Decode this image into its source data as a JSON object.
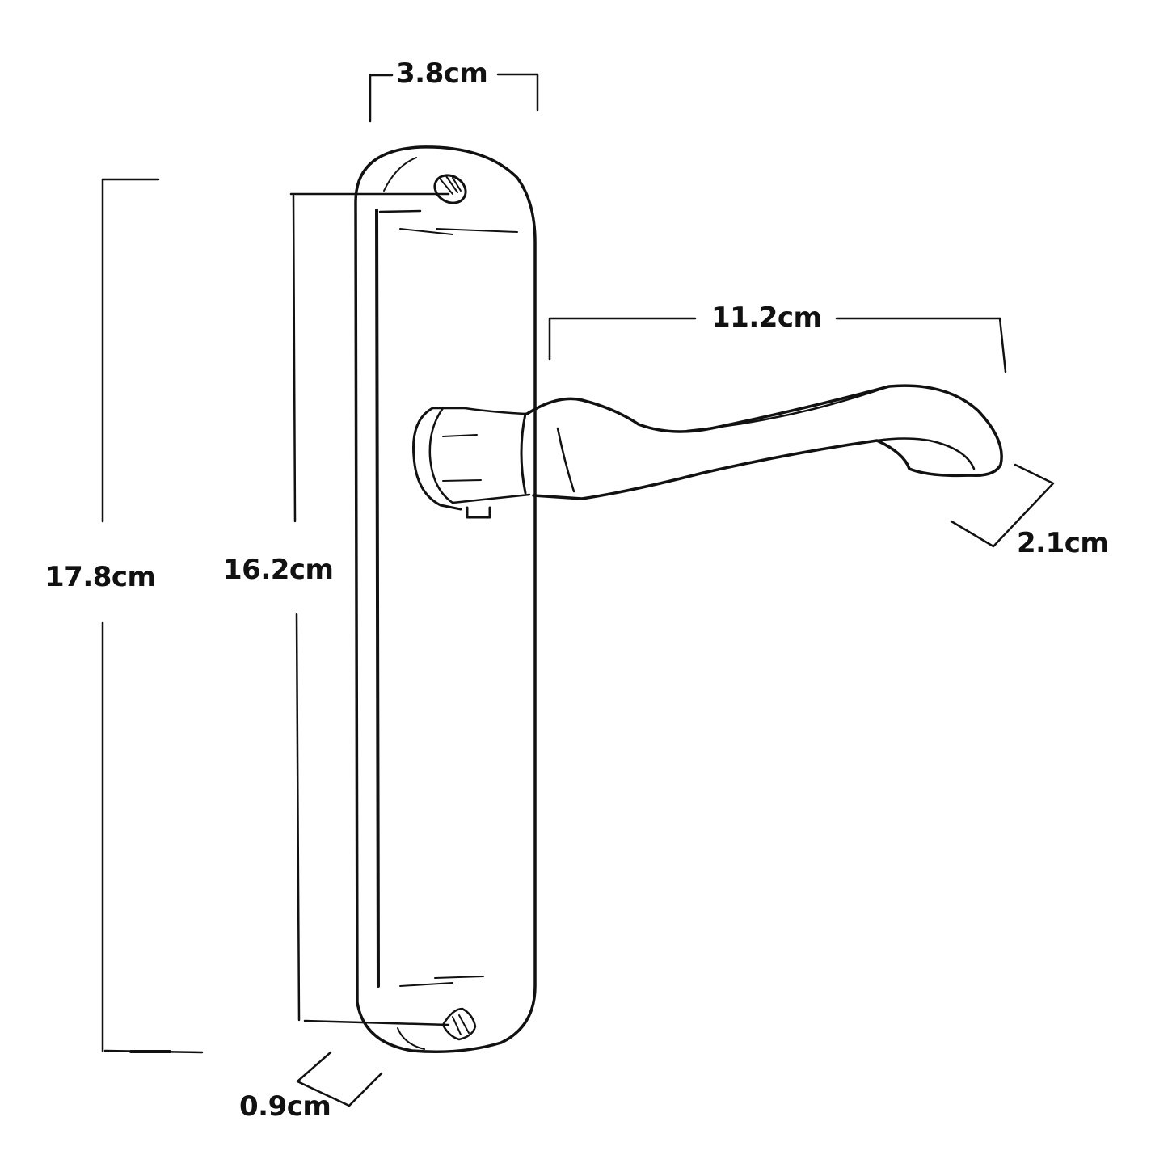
{
  "diagram": {
    "subject": "Lever door handle on backplate",
    "stroke_color": "#111111",
    "background": "#ffffff",
    "dimensions": {
      "plate_width": {
        "label": "3.8cm"
      },
      "overall_height": {
        "label": "17.8cm"
      },
      "screw_spacing": {
        "label": "16.2cm"
      },
      "lever_length": {
        "label": "11.2cm"
      },
      "lever_depth": {
        "label": "2.1cm"
      },
      "plate_thickness": {
        "label": "0.9cm"
      }
    }
  }
}
